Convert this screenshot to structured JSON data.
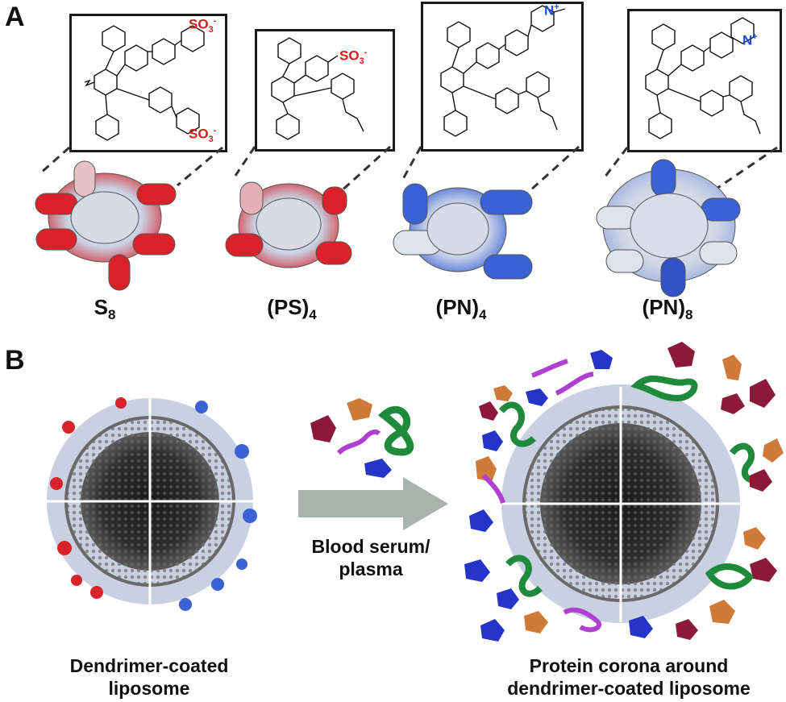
{
  "panels": {
    "a": {
      "label": "A",
      "molecules": [
        {
          "name": "S",
          "sub": "8",
          "charge_group": "SO3-",
          "charge_group_2": "SO3-"
        },
        {
          "name": "(PS)",
          "sub": "4",
          "charge_group": "SO3-"
        },
        {
          "name": "(PN)",
          "sub": "4",
          "charge_group": "N+"
        },
        {
          "name": "(PN)",
          "sub": "8",
          "charge_group": "N+"
        }
      ]
    },
    "b": {
      "label": "B",
      "arrow_label_line1": "Blood serum/",
      "arrow_label_line2": "plasma",
      "left_caption_line1": "Dendrimer-coated",
      "left_caption_line2": "liposome",
      "right_caption_line1": "Protein corona around",
      "right_caption_line2": "dendrimer-coated liposome"
    }
  },
  "colors": {
    "anionic": "#d81b1b",
    "cationic": "#2f5fd0",
    "protein_maroon": "#8b1a3a",
    "protein_orange": "#d07a3a",
    "protein_green": "#1f8a3c",
    "protein_blue": "#2433c8",
    "protein_purple": "#b040d0"
  }
}
